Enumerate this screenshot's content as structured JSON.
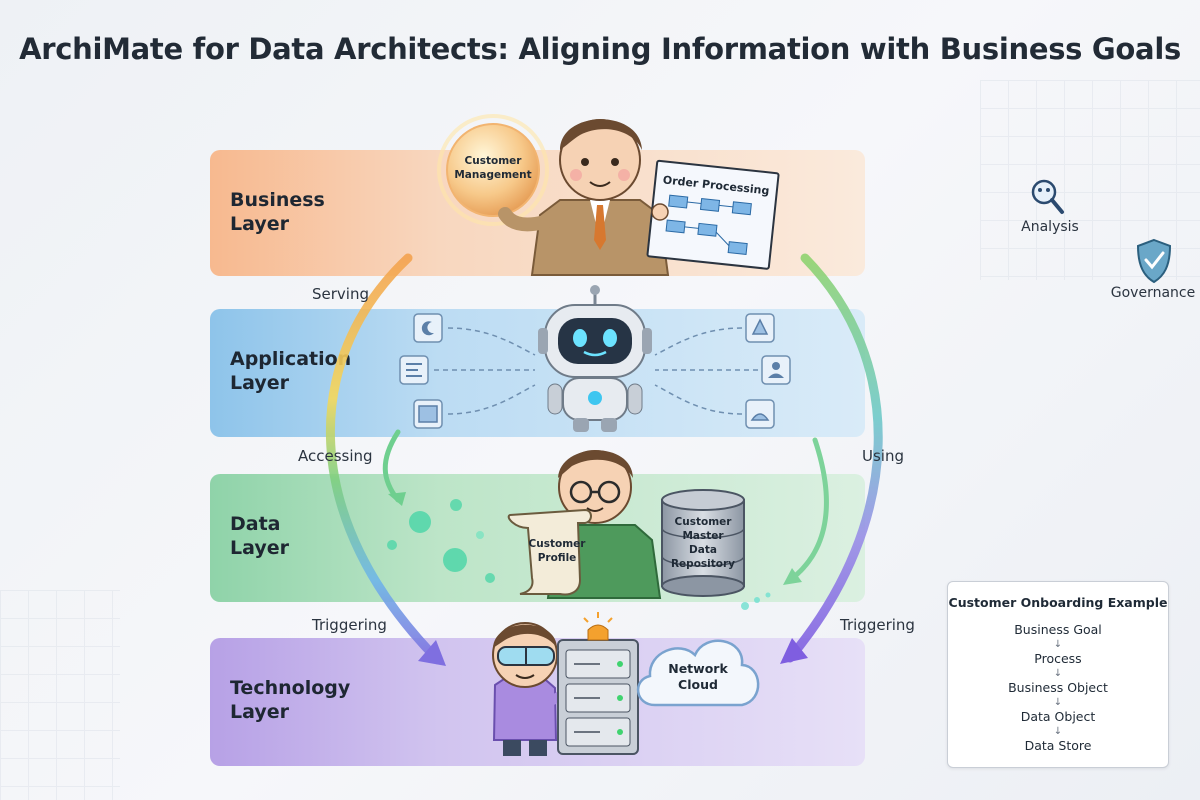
{
  "title": "ArchiMate for Data Architects: Aligning Information with Business Goals",
  "layers": {
    "business": "Business\nLayer",
    "application": "Application\nLayer",
    "data": "Data\nLayer",
    "technology": "Technology\nLayer"
  },
  "relations": {
    "serving": "Serving",
    "accessing": "Accessing",
    "using": "Using",
    "triggering_left": "Triggering",
    "triggering_right": "Triggering"
  },
  "illustration_labels": {
    "customer_management_line1": "Customer",
    "customer_management_line2": "Management",
    "order_processing": "Order Processing",
    "customer_profile_line1": "Customer",
    "customer_profile_line2": "Profile",
    "repository_line1": "Customer",
    "repository_line2": "Master",
    "repository_line3": "Data",
    "repository_line4": "Repository",
    "network_cloud_line1": "Network",
    "network_cloud_line2": "Cloud"
  },
  "side_icons": {
    "analysis": "Analysis",
    "governance": "Governance"
  },
  "example": {
    "title": "Customer Onboarding Example",
    "arrow": "↓",
    "steps": [
      "Business Goal",
      "Process",
      "Business Object",
      "Data Object",
      "Data Store"
    ]
  },
  "colors": {
    "business": "#f7b98f",
    "application": "#8ec4ea",
    "data": "#8fd3a9",
    "technology": "#b7a1e6"
  },
  "icons": [
    "magnifier-icon",
    "shield-check-icon",
    "robot-icon",
    "server-icon",
    "cloud-icon",
    "database-icon",
    "scroll-icon",
    "orb-icon"
  ]
}
